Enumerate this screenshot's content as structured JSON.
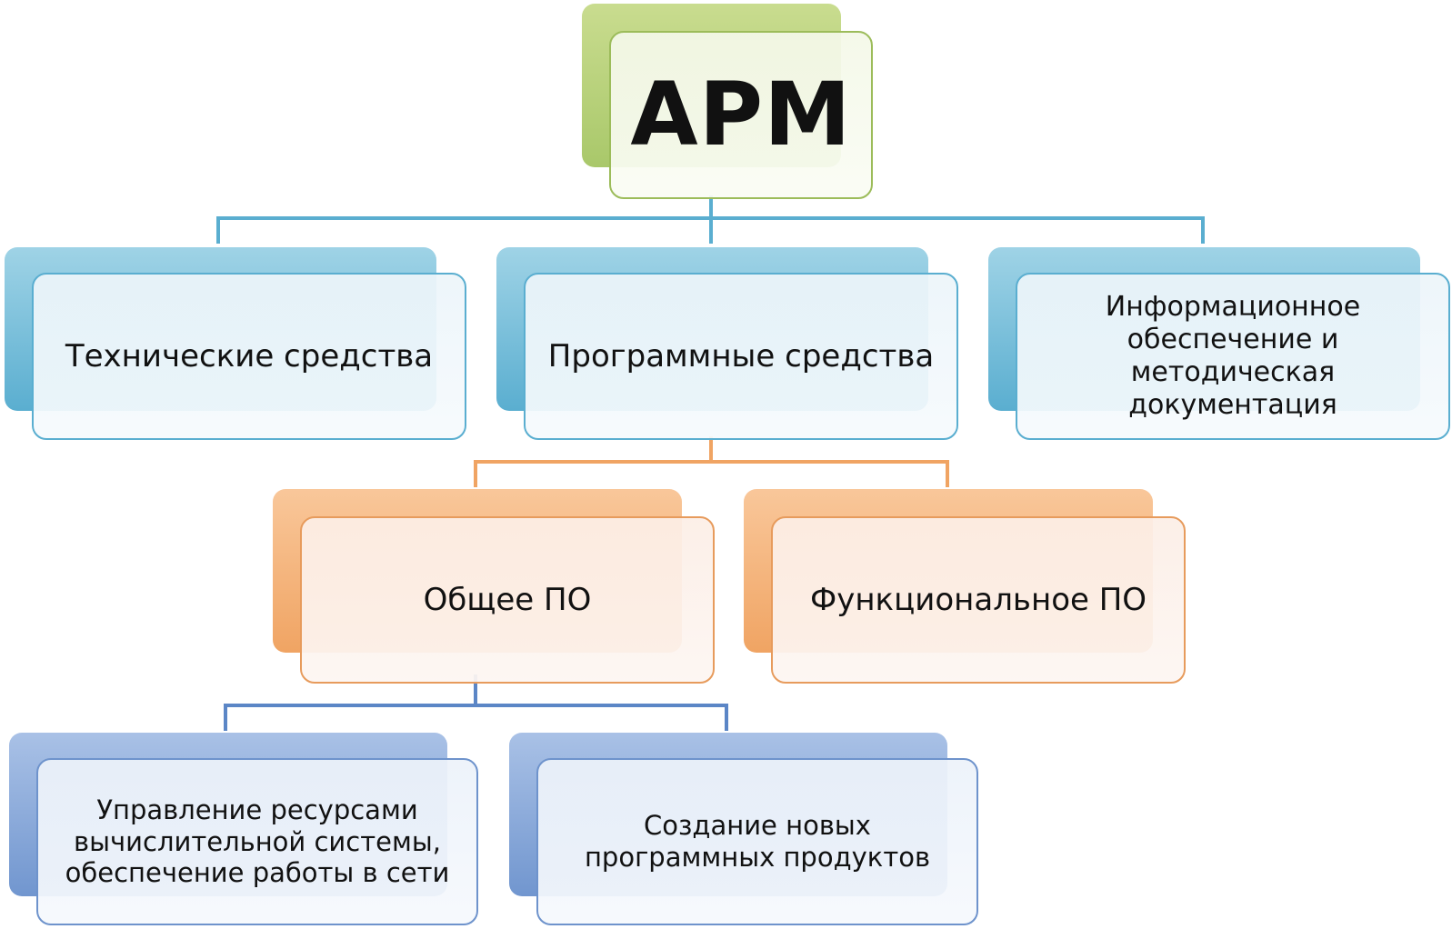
{
  "diagram": {
    "root": {
      "label": "АРМ"
    },
    "level1": [
      {
        "label": "Технические средства"
      },
      {
        "label": "Программные средства"
      },
      {
        "label": "Информационное обеспечение и методическая документация"
      }
    ],
    "level2": [
      {
        "label": "Общее ПО"
      },
      {
        "label": "Функциональное ПО"
      }
    ],
    "level3": [
      {
        "label": "Управление ресурсами вычислительной системы, обеспечение работы в сети"
      },
      {
        "label": "Создание новых программных продуктов"
      }
    ]
  },
  "colors": {
    "green_accent": "#9cbc5a",
    "teal_accent": "#5aaed0",
    "orange_accent": "#e79b5c",
    "blue_accent": "#6e93cc"
  }
}
